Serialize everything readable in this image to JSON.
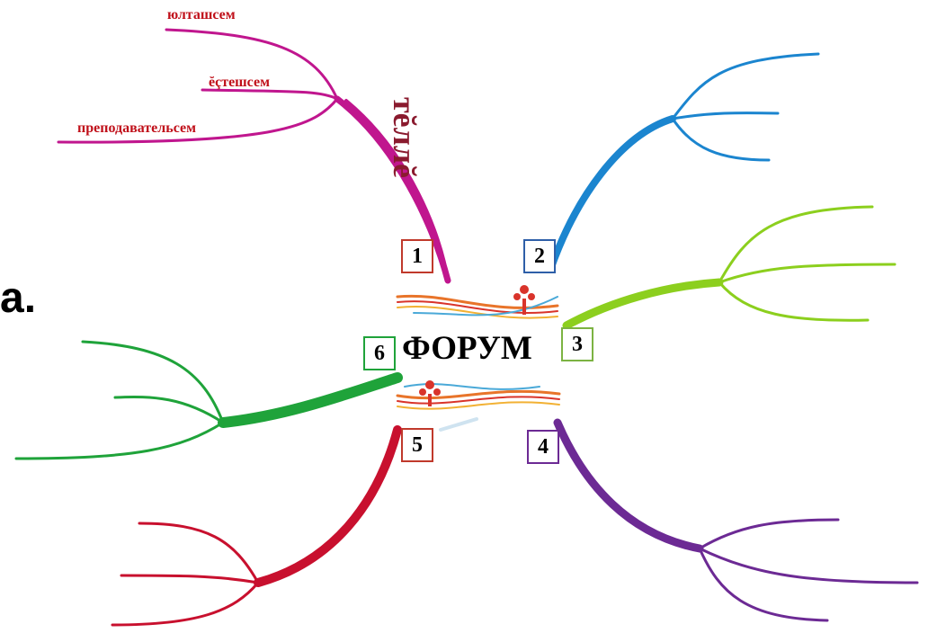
{
  "diagram": {
    "center_title": "ФОРУМ",
    "stray_letter": "a.",
    "branch_1": {
      "number": "1",
      "color": "#c0168e",
      "vertical_label": "тĕллĕ",
      "leaves": [
        "юлташсем",
        "ĕçтешсем",
        "преподавательсем"
      ]
    },
    "branch_2": {
      "number": "2",
      "color": "#1b85cf",
      "box_color": "#2e5fa8"
    },
    "branch_3": {
      "number": "3",
      "color": "#8ccf1e",
      "box_color": "#7cb342"
    },
    "branch_4": {
      "number": "4",
      "color": "#6c2a94",
      "box_color": "#6c2a94"
    },
    "branch_5": {
      "number": "5",
      "color": "#c8102e",
      "box_color": "#c0392b"
    },
    "branch_6": {
      "number": "6",
      "color": "#1fa33a",
      "box_color": "#1fa33a"
    }
  }
}
